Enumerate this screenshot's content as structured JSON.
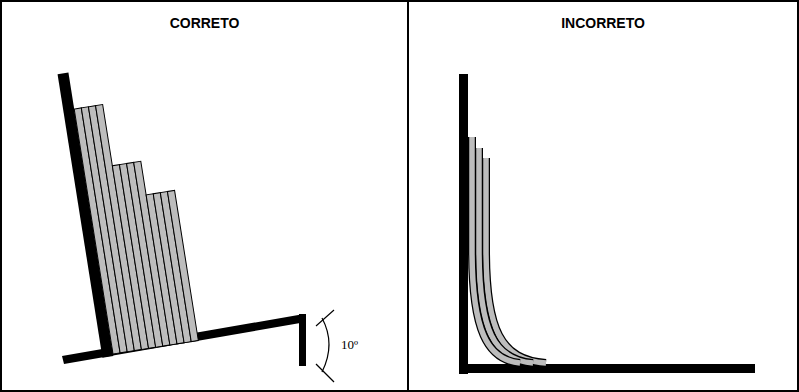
{
  "diagram": {
    "nodes": [
      {
        "text": [
          "CORRETO"
        ]
      },
      {
        "text": [
          "INCORRETO"
        ]
      }
    ],
    "labels": [
      "10º"
    ]
  }
}
